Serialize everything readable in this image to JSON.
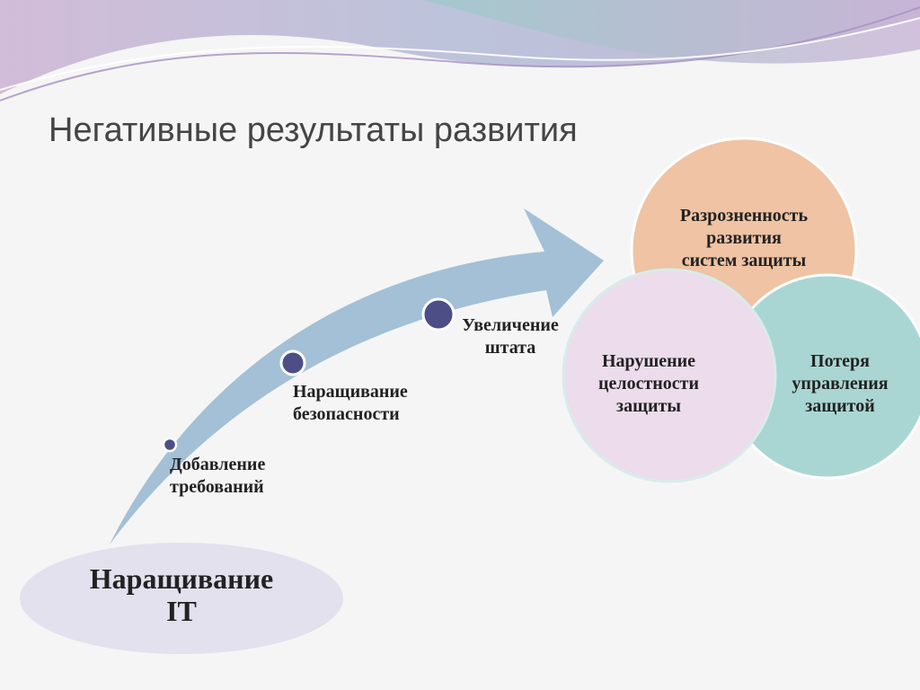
{
  "title": "Негативные результаты развития",
  "base": {
    "line1": "Наращивание",
    "line2": "IT"
  },
  "steps": [
    {
      "line1": "Добавление",
      "line2": "требований"
    },
    {
      "line1": "Наращивание",
      "line2": "безопасности"
    },
    {
      "line1": "Увеличение",
      "line2": "штата"
    }
  ],
  "circles": {
    "top": {
      "line1": "Разрозненность",
      "line2": "развития",
      "line3": "систем защиты",
      "color": "#efc3a3"
    },
    "left": {
      "line1": "Нарушение",
      "line2": "целостности",
      "line3": "защиты",
      "color": "#ecdcec"
    },
    "right": {
      "line1": "Потеря",
      "line2": "управления",
      "line3": "защитой",
      "color": "#a9d6d3"
    }
  },
  "colors": {
    "arrow": "#a3c0d6",
    "dot": "#4d4e86",
    "oval": "#e3e1ee"
  }
}
